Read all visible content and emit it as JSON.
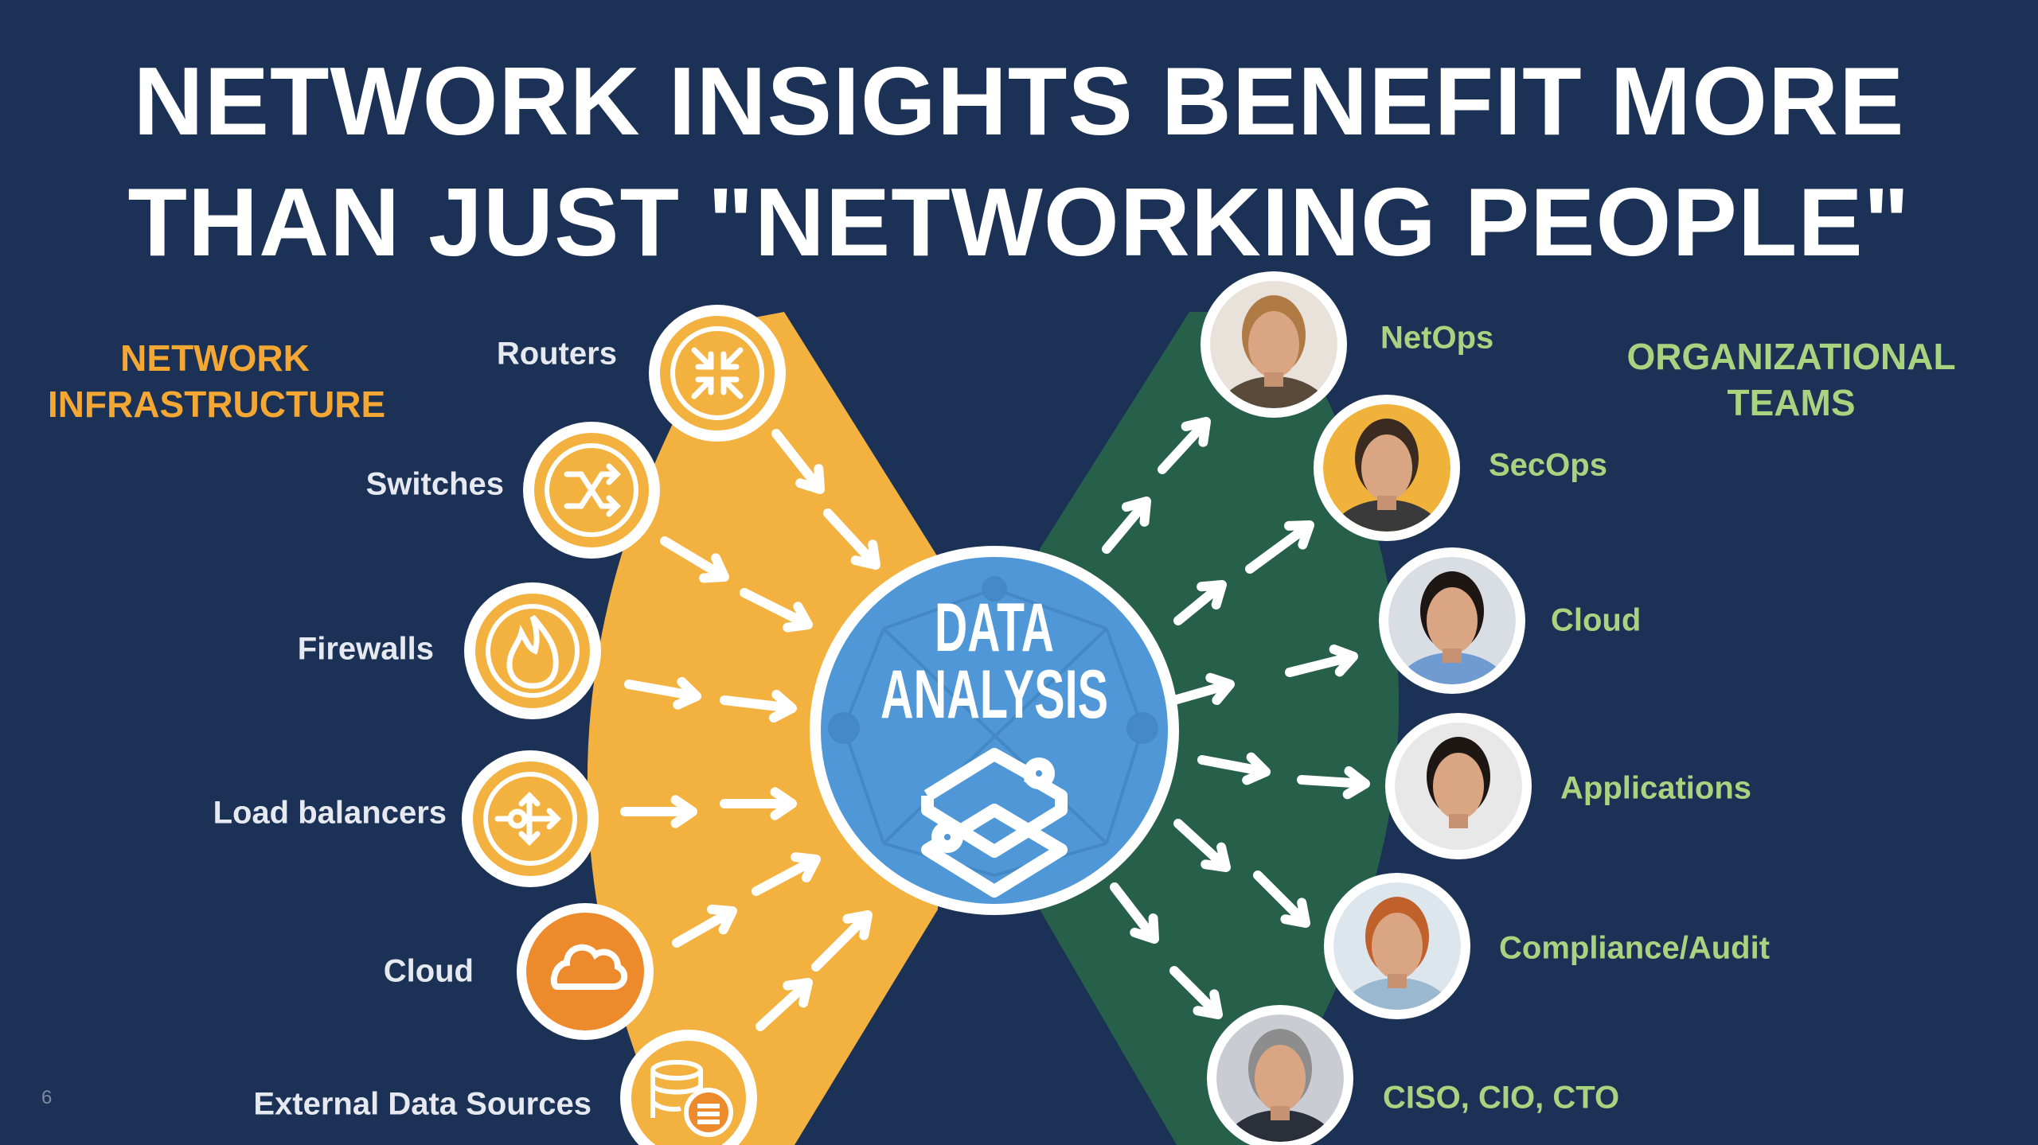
{
  "title": {
    "line1": "NETWORK INSIGHTS BENEFIT MORE",
    "line2": "THAN JUST \"NETWORKING PEOPLE\""
  },
  "left_section": {
    "line1": "NETWORK",
    "line2": "INFRASTRUCTURE",
    "color": "#f5a733"
  },
  "right_section": {
    "line1": "ORGANIZATIONAL",
    "line2": "TEAMS",
    "color": "#a9d47f"
  },
  "center": {
    "line1": "DATA",
    "line2": "ANALYSIS",
    "icon": "data-layers-icon"
  },
  "sources": [
    {
      "label": "Routers",
      "icon": "router-arrows-icon"
    },
    {
      "label": "Switches",
      "icon": "switch-shuffle-icon"
    },
    {
      "label": "Firewalls",
      "icon": "flame-icon"
    },
    {
      "label": "Load balancers",
      "icon": "load-balancer-icon"
    },
    {
      "label": "Cloud",
      "icon": "cloud-icon"
    },
    {
      "label": "External Data Sources",
      "icon": "database-list-icon"
    }
  ],
  "teams": [
    {
      "label": "NetOps"
    },
    {
      "label": "SecOps"
    },
    {
      "label": "Cloud"
    },
    {
      "label": "Applications"
    },
    {
      "label": "Compliance/Audit"
    },
    {
      "label": "CISO, CIO, CTO"
    }
  ],
  "page_number": "6"
}
